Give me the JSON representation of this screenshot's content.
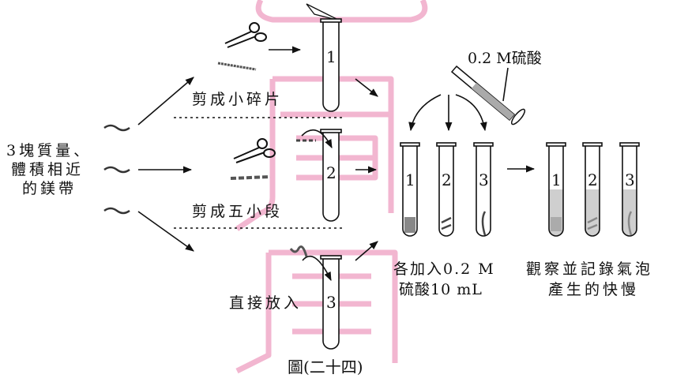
{
  "left_label": [
    "3塊質量、",
    "體積相近",
    "的鎂帶"
  ],
  "step_labels": {
    "small_pieces": "剪成小碎片",
    "five_segments": "剪成五小段",
    "direct": "直接放入"
  },
  "tube_numbers": [
    "1",
    "2",
    "3"
  ],
  "acid_label": "0.2 M硫酸",
  "add_acid_label": [
    "各加入0.2 M",
    "硫酸10 mL"
  ],
  "observe_label": [
    "觀察並記錄氣泡",
    "產生的快慢"
  ],
  "caption": "圖(二十四)",
  "colors": {
    "watermark": "#f0a9c8",
    "liquid": "#cfcfcf"
  }
}
